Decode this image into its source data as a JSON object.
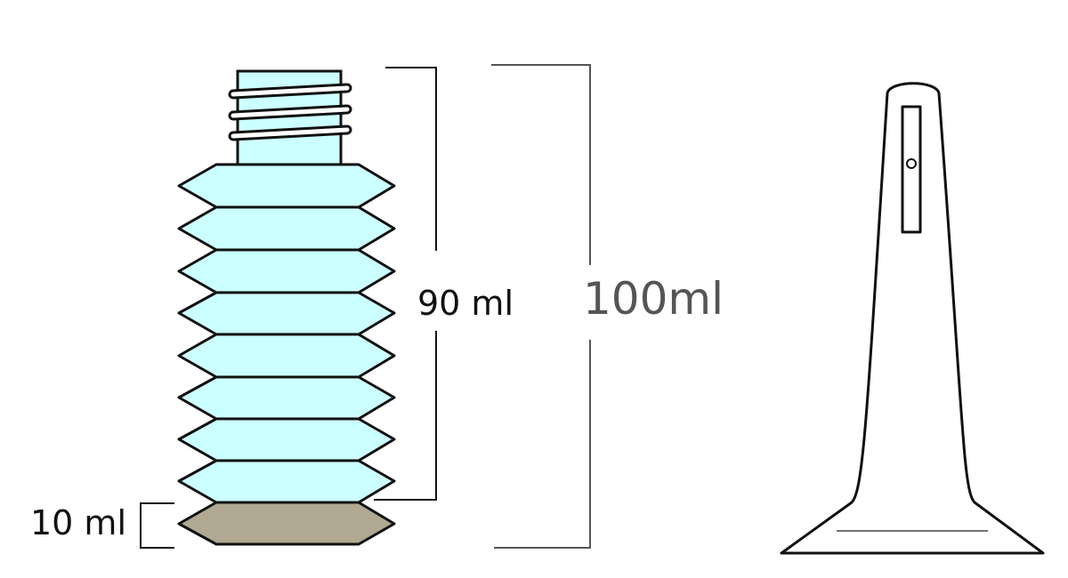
{
  "labels": {
    "upper_volume": "90 ml",
    "total_volume": "100ml",
    "lower_volume": "10 ml"
  },
  "colors": {
    "bottle_fill": "#ccffff",
    "residue_fill": "#b0a890",
    "outline": "#111111",
    "bracket": "#555555",
    "total_text": "#555555",
    "text": "#111111"
  },
  "icons": {
    "bottle": "collapsible-bottle-icon",
    "nozzle": "nozzle-cap-icon"
  }
}
